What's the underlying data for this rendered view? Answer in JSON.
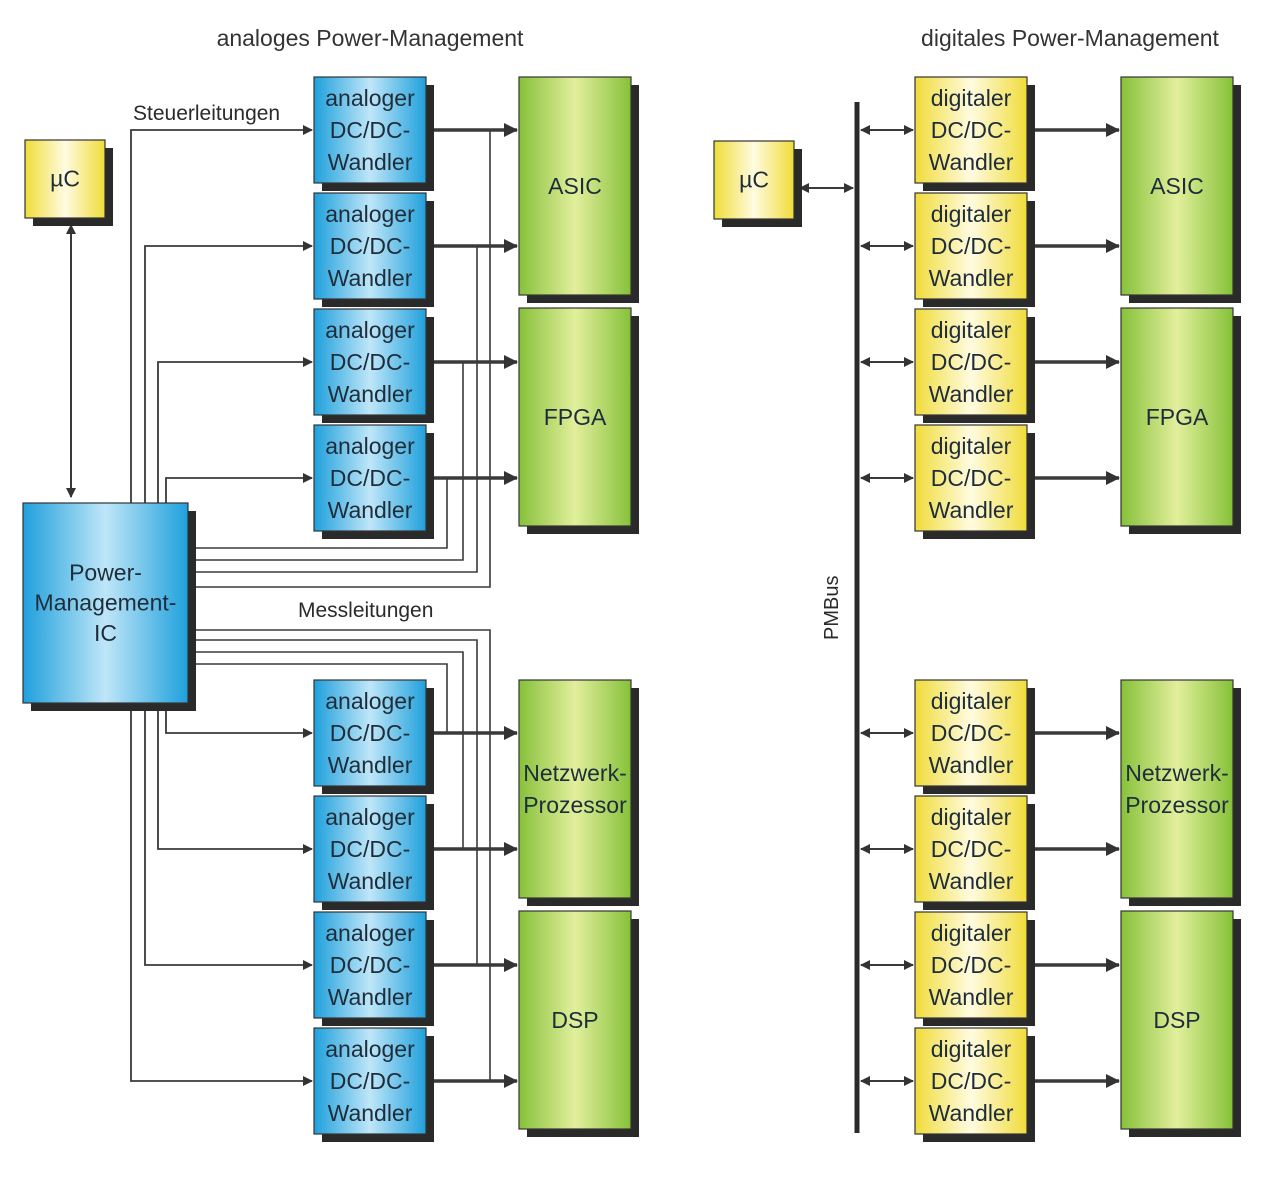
{
  "titles": {
    "analog": "analoges Power-Management",
    "digital": "digitales Power-Management"
  },
  "labels": {
    "control_lines": "Steuerleitungen",
    "measure_lines": "Messleitungen",
    "bus": "PMBus"
  },
  "analog": {
    "uc": "µC",
    "pmic": [
      "Power-",
      "Management-",
      "IC"
    ],
    "converter": [
      "analoger",
      "DC/DC-",
      "Wandler"
    ],
    "converter_count": 8
  },
  "digital": {
    "uc": "µC",
    "converter": [
      "digitaler",
      "DC/DC-",
      "Wandler"
    ],
    "converter_count": 8
  },
  "loads": [
    {
      "lines": [
        "ASIC"
      ]
    },
    {
      "lines": [
        "FPGA"
      ]
    },
    {
      "lines": [
        "Netzwerk-",
        "Prozessor"
      ]
    },
    {
      "lines": [
        "DSP"
      ]
    }
  ],
  "colors": {
    "analog_box": "#2aa6e0",
    "digital_box": "#f2e04a",
    "load_box": "#8cc63f",
    "shadow": "#2a2a2a",
    "line": "#3a3a3a"
  }
}
